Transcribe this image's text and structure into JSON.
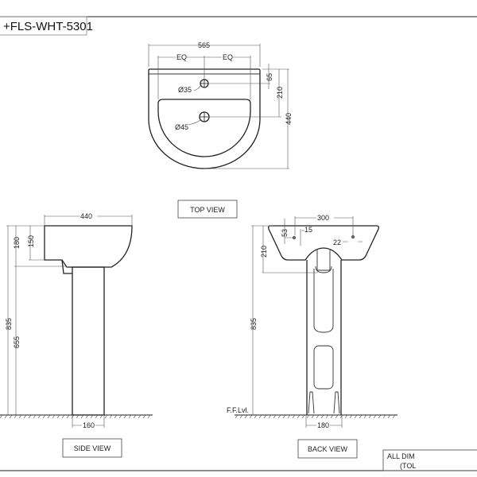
{
  "title": "+FLS-WHT-5301",
  "views": {
    "top": "TOP VIEW",
    "side": "SIDE VIEW",
    "back": "BACK VIEW"
  },
  "note": {
    "line1": "ALL DIM",
    "line2": "(TOL"
  },
  "floor_label": "F.F.Lvl.",
  "top_dims": {
    "width": "565",
    "eq1": "EQ",
    "eq2": "EQ",
    "tap_hole": "Ø35",
    "waste_hole": "Ø45",
    "d65": "65",
    "d210": "210",
    "depth": "440"
  },
  "side_dims": {
    "depth": "440",
    "d180": "180",
    "d150": "150",
    "height": "835",
    "d655": "655",
    "pedestal": "160"
  },
  "back_dims": {
    "d300": "300",
    "d53": "53",
    "d15": "15",
    "d22": "22",
    "d210": "210",
    "height": "835",
    "pedestal": "180"
  }
}
